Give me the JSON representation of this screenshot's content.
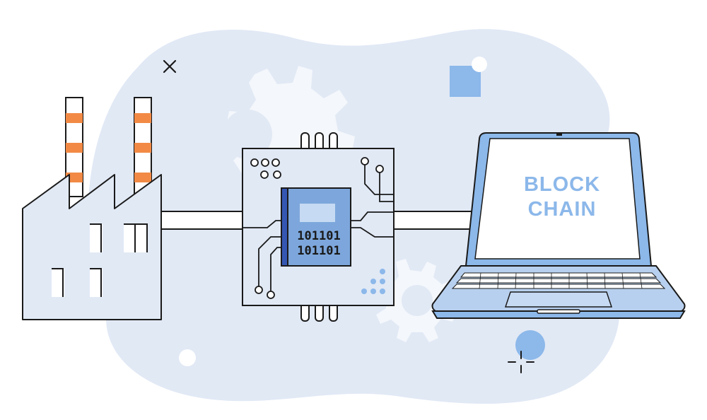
{
  "laptop_screen": {
    "line1": "BLOCK",
    "line2": "CHAIN"
  },
  "chip": {
    "binary_line1": "101101",
    "binary_line2": "101101"
  },
  "colors": {
    "background_blob": "#e1e9f5",
    "gear": "#f4f7fb",
    "accent_blue": "#8cb8ea",
    "chip_blue": "#7da7dc",
    "chip_dark": "#3557b3",
    "stripe_orange": "#f28a45",
    "outline": "#1a1a1a",
    "text_blue": "#8cb8ea"
  },
  "icons": [
    "factory-icon",
    "microchip-icon",
    "laptop-icon",
    "gear-icon",
    "sparkle-icon",
    "close-icon"
  ]
}
